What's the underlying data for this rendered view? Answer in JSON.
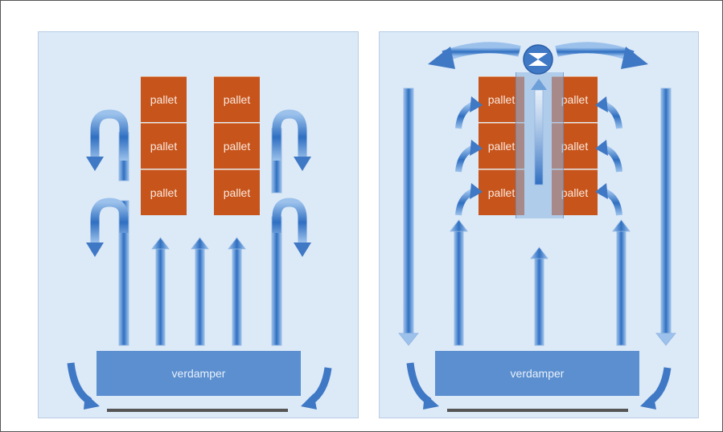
{
  "pallet_label": "pallet",
  "left": {
    "evaporator_label": "verdamper"
  },
  "right": {
    "evaporator_label": "verdamper",
    "fan_icon": "fan-icon"
  },
  "colors": {
    "panel": "#dce9f7",
    "pallet": "#c6541b",
    "evaporator": "#5b8fd0",
    "arrow": "#3f78c4",
    "floor": "#555555"
  }
}
